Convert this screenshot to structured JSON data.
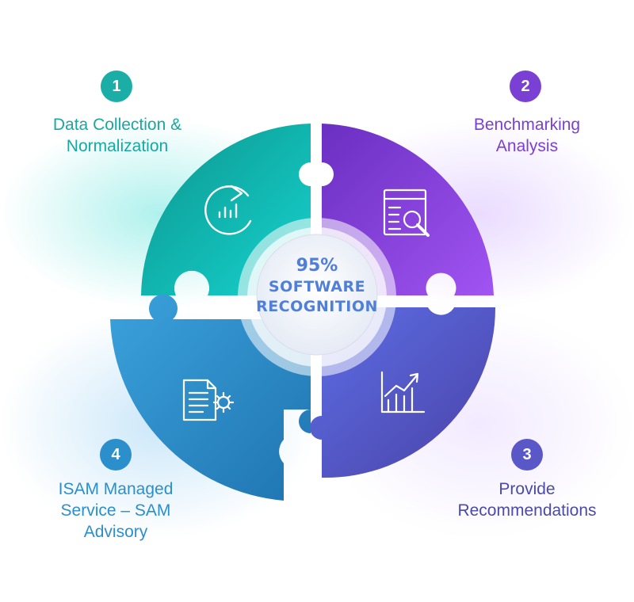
{
  "center": {
    "percent": "95%",
    "line1": "SOFTWARE",
    "line2": "RECOGNITION"
  },
  "steps": [
    {
      "number": "1",
      "line1": "Data Collection &",
      "line2": "Normalization",
      "color": "#1aaea6",
      "icon": "refresh-chart-icon"
    },
    {
      "number": "2",
      "line1": "Benchmarking",
      "line2": "Analysis",
      "color": "#7a3fd3",
      "icon": "document-search-icon"
    },
    {
      "number": "3",
      "line1": "Provide",
      "line2": "Recommendations",
      "color": "#5a58c6",
      "icon": "growth-chart-icon"
    },
    {
      "number": "4",
      "line1": "ISAM Managed",
      "line2": "Service – SAM",
      "line3": "Advisory",
      "color": "#2b8fcc",
      "icon": "document-gear-icon"
    }
  ]
}
